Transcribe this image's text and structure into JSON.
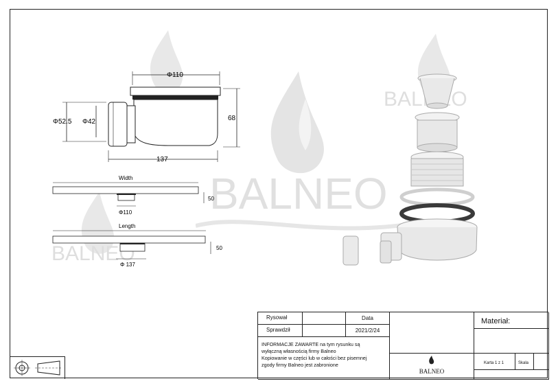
{
  "drawing": {
    "dims": {
      "d110": "Φ110",
      "h68": "68",
      "d52": "Φ52.5",
      "d42": "Φ42",
      "l137": "137",
      "width": "Width",
      "h50a": "50",
      "d110b": "Φ110",
      "length": "Length",
      "h50b": "50",
      "d137": "Φ 137"
    },
    "watermark": "BALNEO"
  },
  "title_block": {
    "rysowal_label": "Rysował",
    "sprawdzil_label": "Sprawdził",
    "data_label": "Data",
    "data_value": "2021/2/24",
    "info_line1": "INFORMACJE ZAWARTE na tym rysunku są",
    "info_line2": "wyłączną własnością firmy Balneo",
    "info_line3": "Kopiowanie w części lub w całości bez pisemnej",
    "info_line4": "zgody firmy Balneo jest zabronione",
    "logo_text": "BALNEO",
    "material_label": "Materiał:",
    "karta_label": "Karta 1 z 1",
    "skala_label": "Skala"
  },
  "colors": {
    "line": "#222222",
    "watermark": "#d9d9d9",
    "part": "#e6e6e6",
    "gasket": "#3a3a3a"
  }
}
